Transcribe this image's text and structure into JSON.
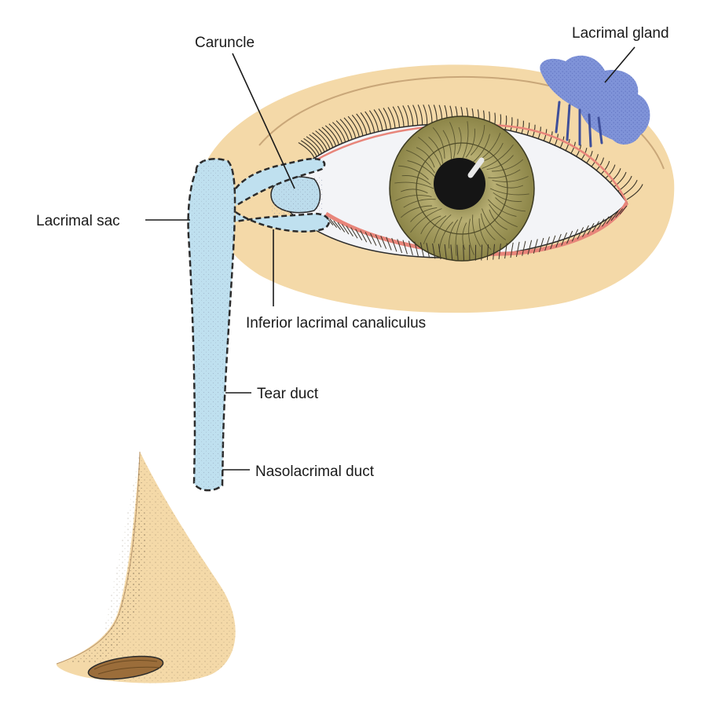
{
  "labels": {
    "lacrimal_gland": "Lacrimal gland",
    "caruncle": "Caruncle",
    "lacrimal_sac": "Lacrimal sac",
    "inferior_canaliculus": "Inferior lacrimal canaliculus",
    "tear_duct": "Tear duct",
    "nasolacrimal_duct": "Nasolacrimal duct"
  },
  "colors": {
    "skin": "#f4d9a8",
    "skin_shadow": "#e9c28a",
    "duct_fill": "#bfe0ef",
    "duct_outline": "#2b2b2b",
    "gland": "#7f93d8",
    "iris": "#a39a5c",
    "pupil": "#151515",
    "sclera": "#f3f4f7",
    "lid_margin": "#e8857a",
    "caruncle": "#bcdcec"
  }
}
